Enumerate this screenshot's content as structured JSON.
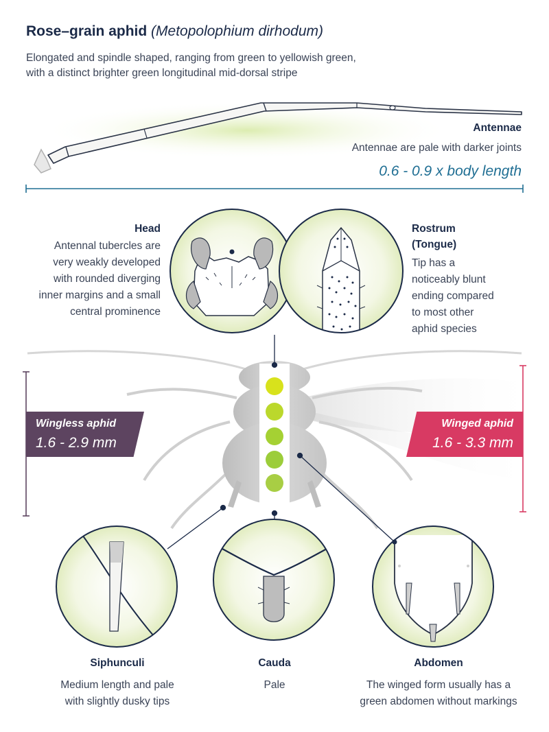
{
  "title": {
    "common": "Rose–grain aphid",
    "scientific": "(Metopolophium dirhodum)"
  },
  "subtitle": {
    "line1": "Elongated and spindle shaped, ranging from green to yellowish green,",
    "line2": "with a distinct brighter green longitudinal mid-dorsal stripe"
  },
  "antennae": {
    "title": "Antennae",
    "description": "Antennae are pale with darker joints",
    "length": "0.6 - 0.9 x body length"
  },
  "head": {
    "title": "Head",
    "lines": [
      "Antennal tubercles are",
      "very weakly developed",
      "with rounded diverging",
      "inner margins and a small",
      "central prominence"
    ]
  },
  "rostrum": {
    "title_line1": "Rostrum",
    "title_line2": "(Tongue)",
    "lines": [
      "Tip has a",
      "noticeably blunt",
      "ending compared",
      "to most other",
      "aphid species"
    ]
  },
  "wingless": {
    "label": "Wingless aphid",
    "size": "1.6 - 2.9 mm",
    "color": "#5d4460"
  },
  "winged": {
    "label": "Winged aphid",
    "size": "1.6 - 3.3 mm",
    "color": "#d83a63"
  },
  "colour_swatches": [
    "#d8e21c",
    "#bbd82c",
    "#a5d133",
    "#9ccd3a",
    "#a8ce44"
  ],
  "siphunculi": {
    "title": "Siphunculi",
    "lines": [
      "Medium length and pale",
      "with slightly dusky tips"
    ]
  },
  "cauda": {
    "title": "Cauda",
    "lines": [
      "Pale"
    ]
  },
  "abdomen": {
    "title": "Abdomen",
    "lines": [
      "The winged form usually has a",
      "green abdomen without markings"
    ]
  },
  "colors": {
    "accent_blue": "#1f6e93",
    "navy": "#1b2a48",
    "circle_fill": "#eef4d9"
  }
}
